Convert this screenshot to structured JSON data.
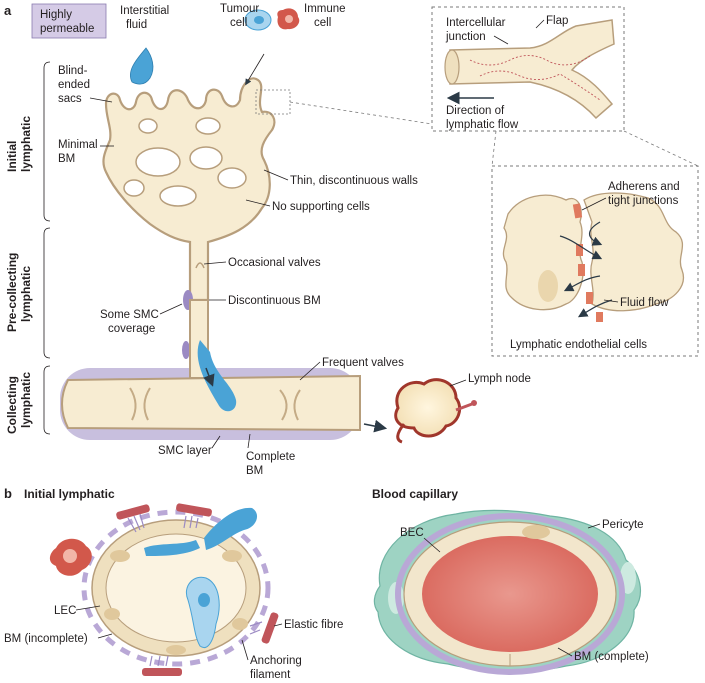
{
  "panels": {
    "a": "a",
    "b": "b",
    "b_left_title": "Initial lymphatic",
    "b_right_title": "Blood capillary"
  },
  "side_labels": {
    "initial": [
      "Initial",
      "lymphatic"
    ],
    "precollecting": [
      "Pre-collecting",
      "lymphatic"
    ],
    "collecting": [
      "Collecting",
      "lymphatic"
    ]
  },
  "panel_a_labels": {
    "highly_permeable": [
      "Highly",
      "permeable"
    ],
    "interstitial_fluid": [
      "Interstitial",
      "fluid"
    ],
    "tumour_cell": [
      "Tumour",
      "cell"
    ],
    "immune_cell": [
      "Immune",
      "cell"
    ],
    "blind_ended_sacs": [
      "Blind-",
      "ended",
      "sacs"
    ],
    "minimal_bm": [
      "Minimal",
      "BM"
    ],
    "thin_walls": "Thin, discontinuous walls",
    "no_supporting_cells": "No supporting cells",
    "occasional_valves": "Occasional valves",
    "discontinuous_bm": "Discontinuous BM",
    "some_smc": [
      "Some SMC",
      "coverage"
    ],
    "frequent_valves": "Frequent valves",
    "smc_layer": "SMC layer",
    "complete_bm": [
      "Complete",
      "BM"
    ],
    "lymph_node": "Lymph node"
  },
  "inset_junction": {
    "intercellular_junction": [
      "Intercellular",
      "junction"
    ],
    "flap": "Flap",
    "direction": [
      "Direction of",
      "lymphatic flow"
    ]
  },
  "inset_cells": {
    "adherens": [
      "Adherens and",
      "tight junctions"
    ],
    "fluid_flow": "Fluid flow",
    "caption": "Lymphatic endothelial cells"
  },
  "panel_b_labels": {
    "lec": "LEC",
    "bm_incomplete": "BM (incomplete)",
    "elastic_fibre": "Elastic fibre",
    "anchoring_filament": [
      "Anchoring",
      "filament"
    ],
    "bec": "BEC",
    "pericyte": "Pericyte",
    "bm_complete": "BM (complete)"
  },
  "colors": {
    "vessel_fill": "#f7ecd2",
    "vessel_wall": "#b79e7c",
    "smc": "#9b8ac3",
    "fluid": "#4aa3d6",
    "immune": "#d2584b",
    "pericyte": "#9ed3c3",
    "rbc_core": "#e27d72",
    "bm_purple": "#b9a8d6",
    "elastic": "#c0555a",
    "highly_permeable_box": "#d5cbe6"
  }
}
